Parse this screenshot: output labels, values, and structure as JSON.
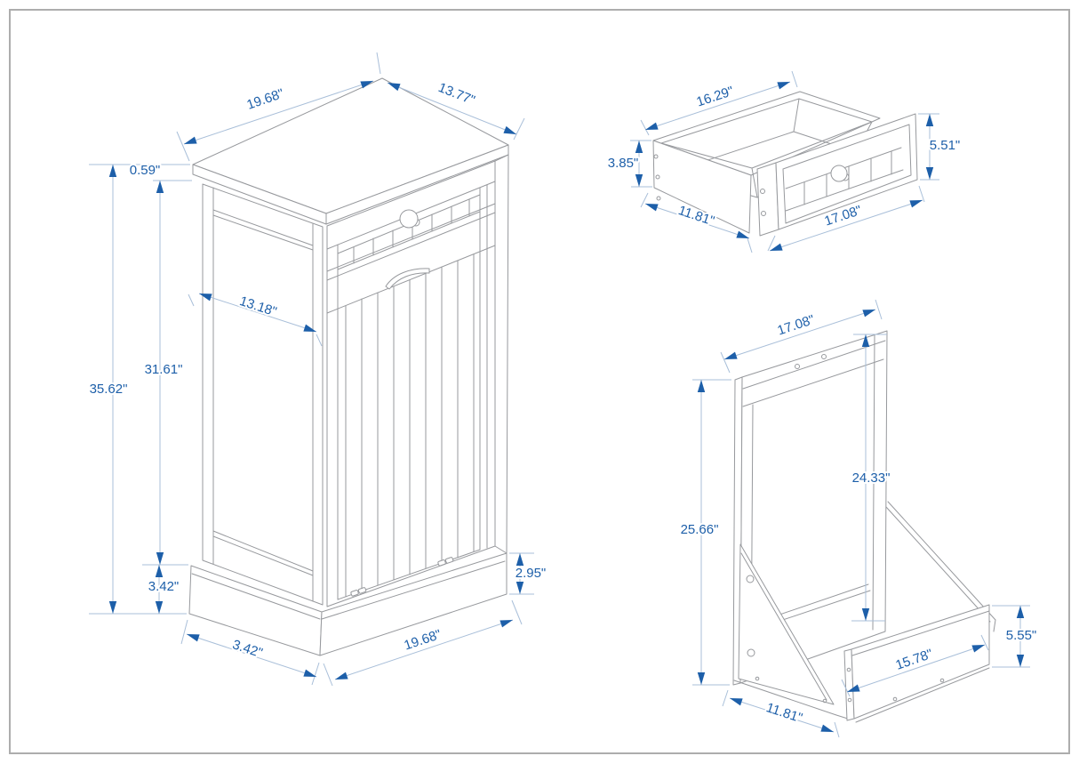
{
  "colors": {
    "accent": "#1d5fa9",
    "object_line": "#97999d",
    "dimension_line": "#a9bfd9",
    "border": "#adadad",
    "background": "#ffffff"
  },
  "dims": {
    "cabinet_top_width": "19.68\"",
    "cabinet_top_depth": "13.77\"",
    "cabinet_top_thickness": "0.59\"",
    "cabinet_total_height": "35.62\"",
    "cabinet_body_height": "31.61\"",
    "cabinet_side_depth": "13.18\"",
    "cabinet_base_height": "3.42\"",
    "cabinet_base_depth": "3.42\"",
    "cabinet_base_front_height": "2.95\"",
    "cabinet_bottom_width": "19.68\"",
    "drawer_top_width": "16.29\"",
    "drawer_box_height": "3.85\"",
    "drawer_depth": "11.81\"",
    "drawer_front_height": "5.51\"",
    "drawer_front_width": "17.08\"",
    "tilt_frame_width": "17.08\"",
    "tilt_frame_height": "25.66\"",
    "tilt_opening_height": "24.33\"",
    "tilt_front_board_height": "5.55\"",
    "tilt_front_board_width": "15.78\"",
    "tilt_depth": "11.81\""
  }
}
